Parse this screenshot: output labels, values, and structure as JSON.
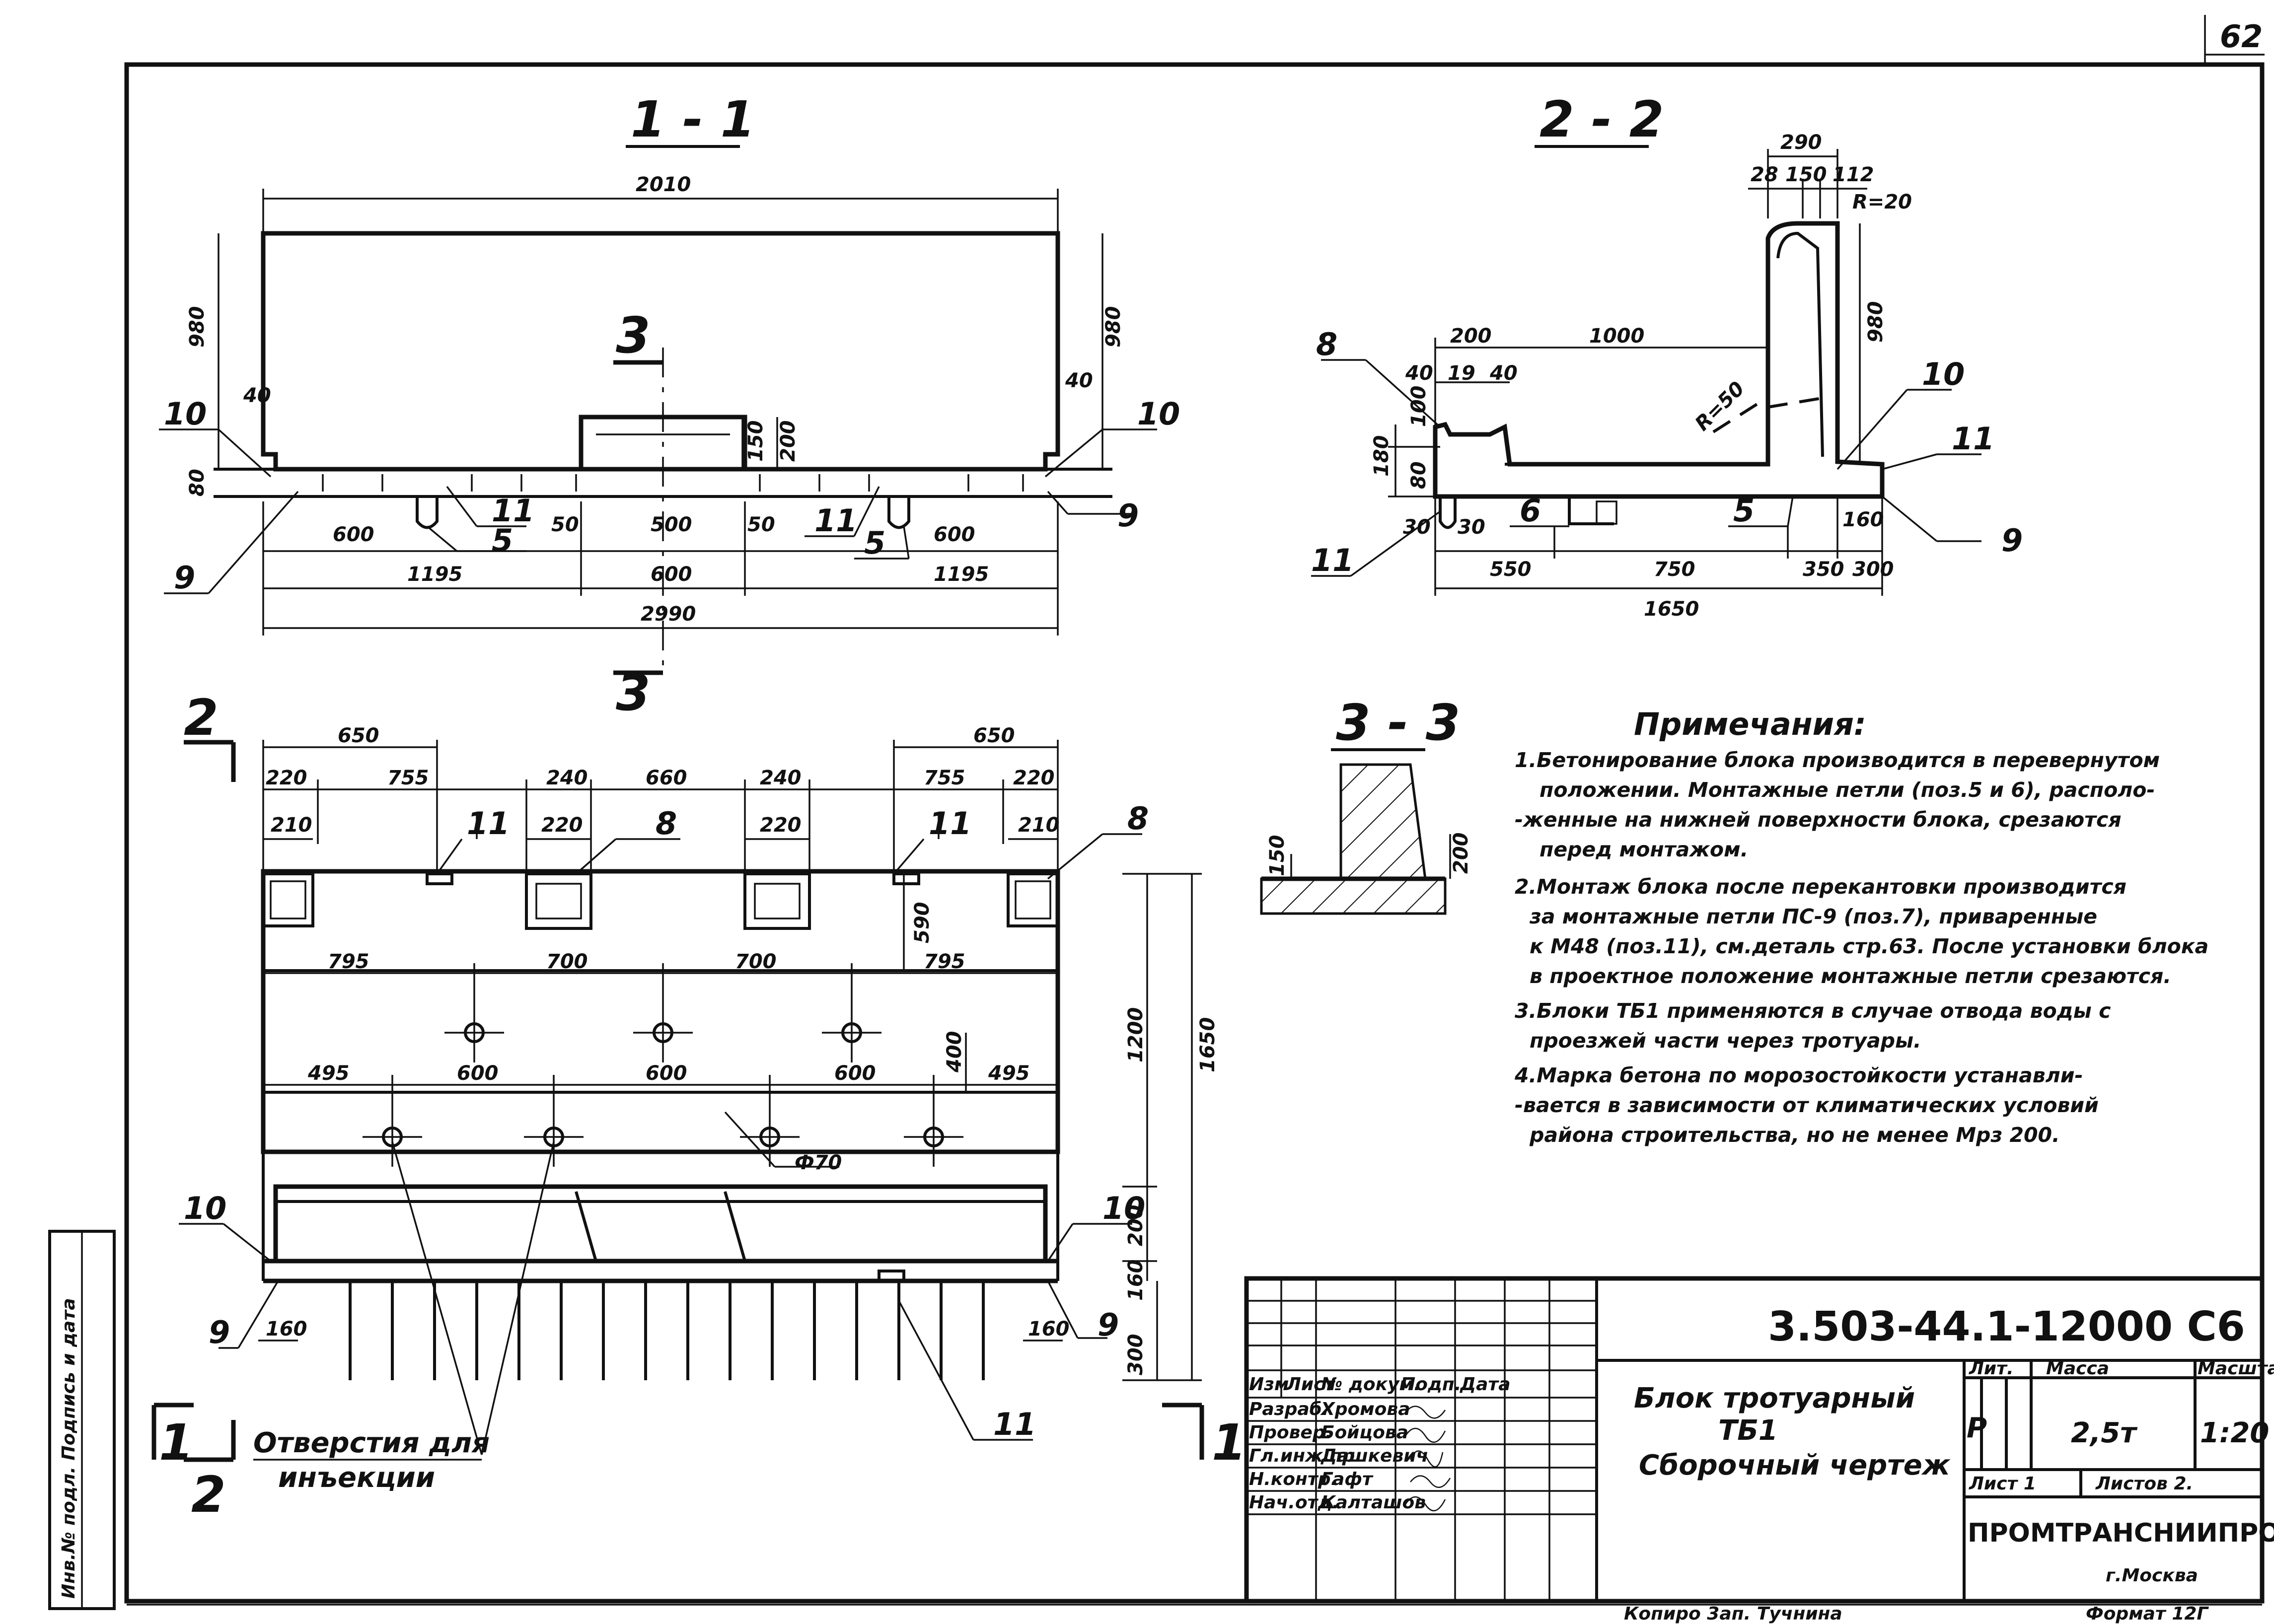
{
  "sheet": {
    "page_number": "62",
    "format_label": "Формат 12Г",
    "copied_by": "Копиро 3ап. Тучнина",
    "side_stamp": "Инв.№ подл. Подпись и дата"
  },
  "section_1_1": {
    "title": "1 - 1",
    "dims": {
      "top_width": "2010",
      "left_height": "980",
      "right_height": "980",
      "left_40": "40",
      "right_40": "40",
      "slab_80": "80",
      "h_150": "150",
      "h_200": "200",
      "d600a": "600",
      "d50a": "50",
      "d500": "500",
      "d50b": "50",
      "d600b": "600",
      "d1195a": "1195",
      "d600c": "600",
      "d1195b": "1195",
      "overall": "2990"
    },
    "callouts": {
      "c10a": "10",
      "c10b": "10",
      "c9a": "9",
      "c9b": "9",
      "c5a": "5",
      "c5b": "5",
      "c11a": "11",
      "c11b": "11",
      "c3top": "3",
      "c3bot": "3"
    }
  },
  "section_2_2": {
    "title": "2 - 2",
    "dims": {
      "top_290": "290",
      "d28": "28",
      "d150": "150",
      "d112": "112",
      "r20": "R=20",
      "r50": "R=50",
      "h980": "980",
      "d200": "200",
      "d1000": "1000",
      "d40a": "40",
      "d19": "19",
      "d40b": "40",
      "h100": "100",
      "h180": "180",
      "h80": "80",
      "d30a": "30",
      "d30b": "30",
      "d160": "160",
      "d550": "550",
      "d750": "750",
      "d350": "350",
      "d300": "300",
      "total_1650": "1650"
    },
    "callouts": {
      "c8": "8",
      "c10": "10",
      "c11a": "11",
      "c11b": "11",
      "c6": "6",
      "c5": "5",
      "c9": "9"
    }
  },
  "section_3_3": {
    "title": "3 - 3",
    "dims": {
      "d150": "150",
      "d200": "200"
    }
  },
  "plan": {
    "dims": {
      "d650a": "650",
      "d650b": "650",
      "d220a": "220",
      "d755a": "755",
      "d240a": "240",
      "d660": "660",
      "d240b": "240",
      "d755b": "755",
      "d220b": "220",
      "d210a": "210",
      "d220c": "220",
      "d220d": "220",
      "d210b": "210",
      "d795a": "795",
      "d700a": "700",
      "d700b": "700",
      "d795b": "795",
      "d495a": "495",
      "d600a": "600",
      "d600b": "600",
      "d600c": "600",
      "d495b": "495",
      "v590": "590",
      "v400": "400",
      "v1200": "1200",
      "v1650": "1650",
      "v200": "200",
      "v160": "160",
      "v300": "300",
      "d160a": "160",
      "d160b": "160",
      "phi": "Ф70"
    },
    "callouts": {
      "c2top": "2",
      "c2bot": "2",
      "c1left": "1",
      "c1right": "1",
      "c11a": "11",
      "c11b": "11",
      "c11c": "11",
      "c8a": "8",
      "c8b": "8",
      "c10a": "10",
      "c10b": "10",
      "c9a": "9",
      "c9b": "9"
    },
    "injection_label_1": "Отверстия для",
    "injection_label_2": "инъекции"
  },
  "notes": {
    "heading": "Примечания:",
    "lines": [
      "1.Бетонирование блока производится в перевернутом",
      "положении. Монтажные петли (поз.5 и 6), располо-",
      "-женные на нижней поверхности блока, срезаются",
      "перед монтажом.",
      "2.Монтаж блока после перекантовки производится",
      "за монтажные петли ПС-9 (поз.7), приваренные",
      "к М48 (поз.11), см.деталь стр.63. После установки блока",
      "в проектное положение монтажные петли срезаются.",
      "3.Блоки ТБ1 применяются в случае отвода воды с",
      "проезжей части через тротуары.",
      "4.Марка бетона по морозостойкости устанавли-",
      "-вается в зависимости от климатических условий",
      "района строительства, но не менее Мрз 200."
    ]
  },
  "title_block": {
    "code": "3.503-44.1-12000 С6",
    "name_1": "Блок тротуарный",
    "name_2": "ТБ1",
    "name_3": "Сборочный чертеж",
    "header": {
      "izm": "Изм",
      "list": "Лист",
      "doc": "№ докум.",
      "sign": "Подп.",
      "date": "Дата"
    },
    "rows": [
      {
        "role": "Разраб.",
        "name": "Хромова"
      },
      {
        "role": "Провер.",
        "name": "Бойцова"
      },
      {
        "role": "Гл.инж.пр.",
        "name": "Дашкевич"
      },
      {
        "role": "Н.контр.",
        "name": "Гафт"
      },
      {
        "role": "Нач.отд.",
        "name": "Калташов"
      }
    ],
    "stage_label": "Лит.",
    "mass_label": "Масса",
    "scale_label": "Масштаб",
    "stage": "Р",
    "mass": "2,5т",
    "scale": "1:20",
    "sheet_label": "Лист 1",
    "sheets_label": "Листов 2.",
    "org": "ПРОМТРАНСНИИПРОЕКТ",
    "city": "г.Москва"
  }
}
